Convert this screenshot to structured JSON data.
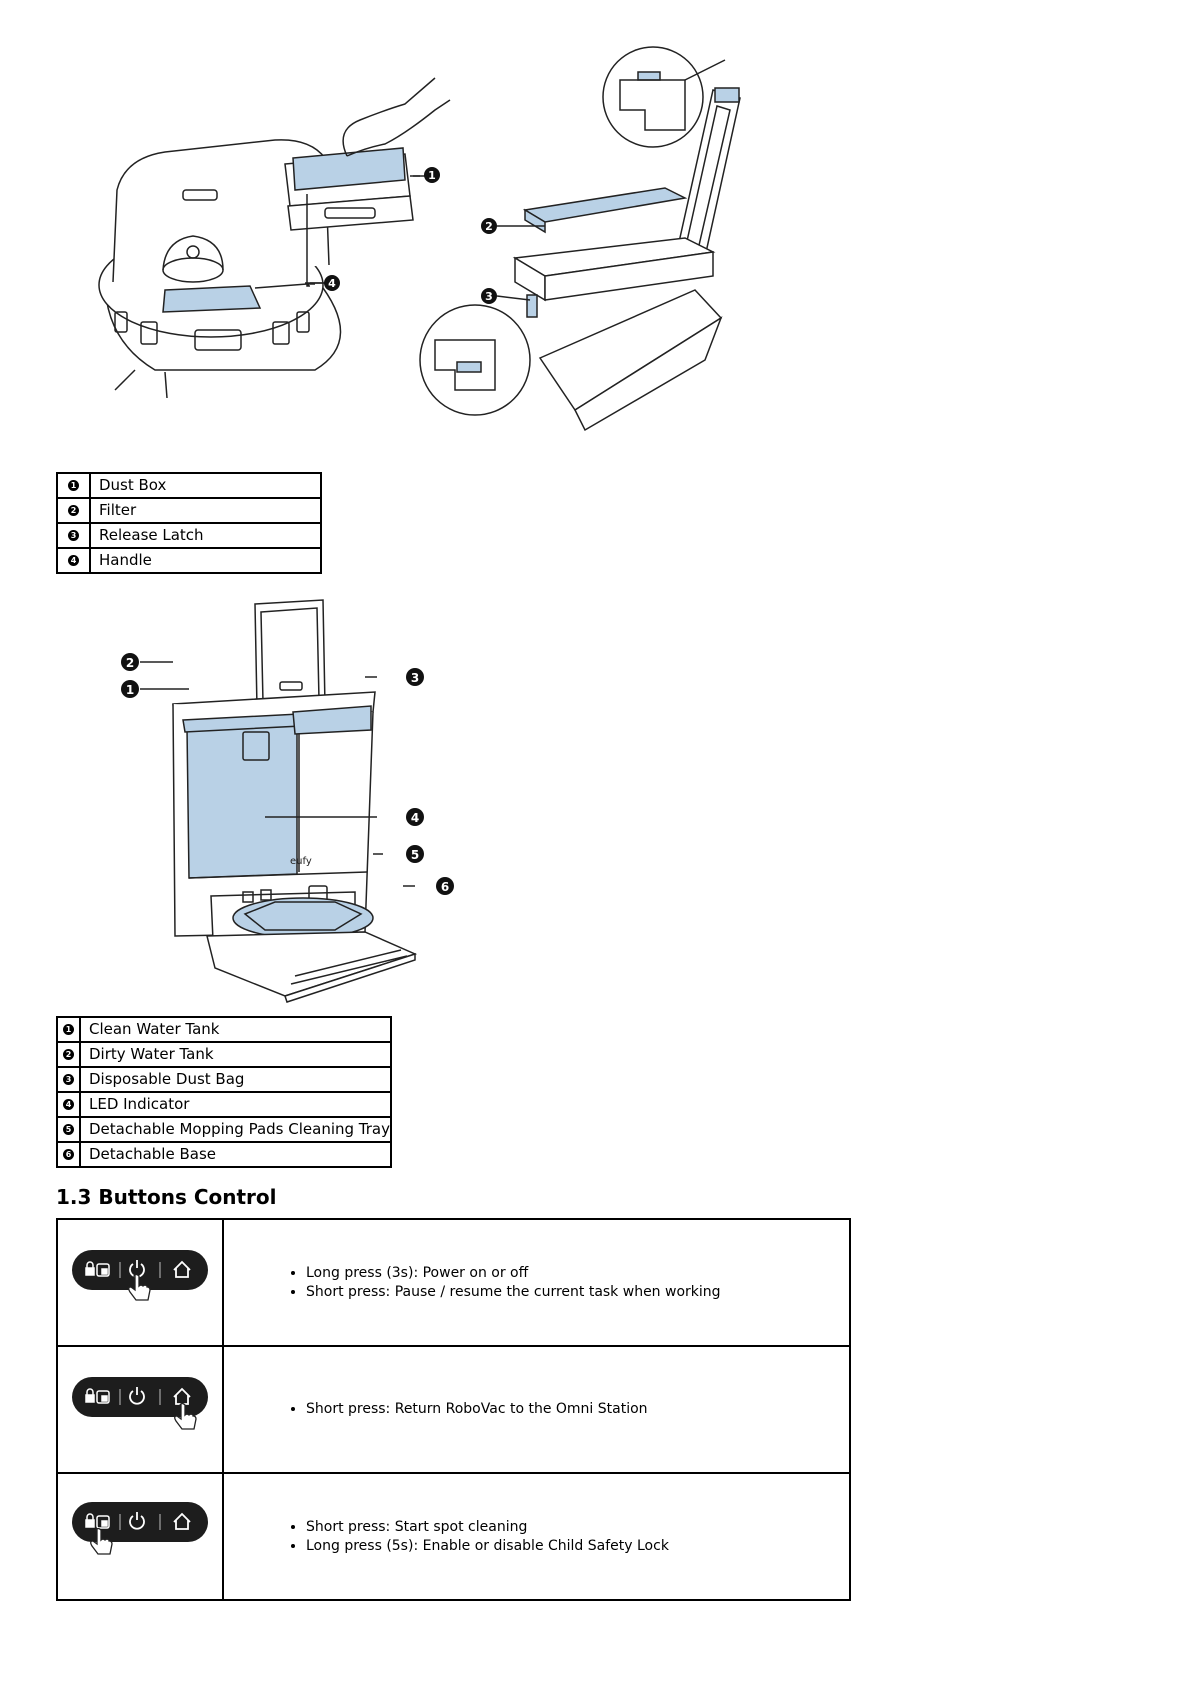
{
  "dustbox_legend": [
    {
      "num": "1",
      "label": "Dust Box"
    },
    {
      "num": "2",
      "label": "Filter"
    },
    {
      "num": "3",
      "label": "Release Latch"
    },
    {
      "num": "4",
      "label": "Handle"
    }
  ],
  "figure1_callouts": [
    "1",
    "4",
    "2",
    "3"
  ],
  "station_legend": [
    {
      "num": "1",
      "label": "Clean Water Tank"
    },
    {
      "num": "2",
      "label": "Dirty Water Tank"
    },
    {
      "num": "3",
      "label": "Disposable Dust Bag"
    },
    {
      "num": "4",
      "label": "LED Indicator"
    },
    {
      "num": "5",
      "label": "Detachable Mopping Pads Cleaning Tray"
    },
    {
      "num": "6",
      "label": "Detachable Base"
    }
  ],
  "station_callouts": [
    "2",
    "1",
    "3",
    "4",
    "5",
    "6"
  ],
  "station_logo": "eufy",
  "section_heading": "1.3 Buttons Control",
  "buttons_control": [
    {
      "pressed": "power",
      "items": [
        "Long press (3s): Power on or off",
        "Short press: Pause / resume the current task when working"
      ]
    },
    {
      "pressed": "home",
      "items": [
        "Short press: Return RoboVac to the Omni Station"
      ]
    },
    {
      "pressed": "spot-lock",
      "items": [
        "Short press: Start spot cleaning",
        "Long press (5s): Enable or disable Child Safety Lock"
      ]
    }
  ],
  "colors": {
    "highlight_blue": "#b9d1e6",
    "line": "#222222",
    "badge": "#111111",
    "button_panel": "#1d1d1d"
  },
  "icons": [
    "lock-icon",
    "spot-clean-icon",
    "power-icon",
    "home-icon",
    "pointing-hand-icon"
  ]
}
